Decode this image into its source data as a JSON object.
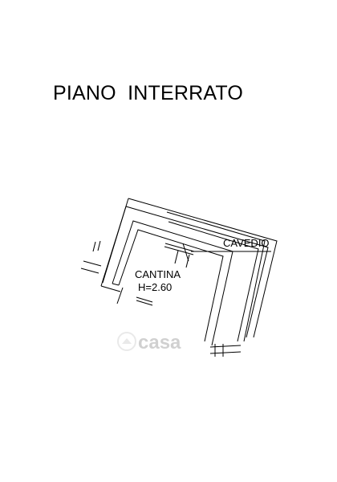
{
  "title": "PIANO  INTERRATO",
  "rooms": {
    "cantina": {
      "name": "CANTINA",
      "height": "H=2.60"
    }
  },
  "callouts": {
    "cavedio": "CAVEDIO"
  },
  "watermark": {
    "text": "casa",
    "icon": "casa-logo-icon"
  }
}
